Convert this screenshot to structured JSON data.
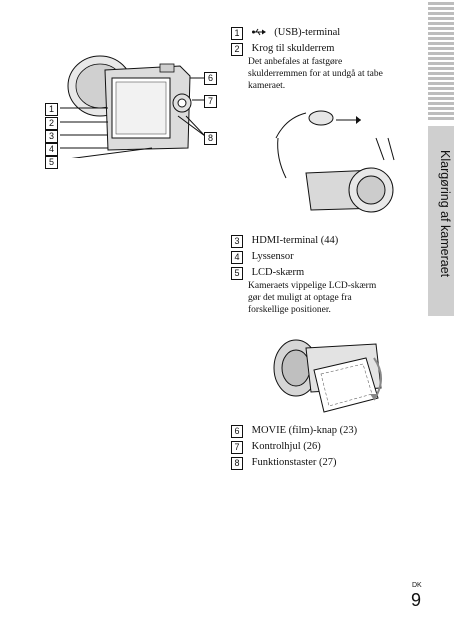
{
  "side_tab": {
    "label": "Klargøring af kameraet"
  },
  "callouts": [
    "1",
    "2",
    "3",
    "4",
    "5",
    "6",
    "7",
    "8"
  ],
  "items_a": [
    {
      "num": "1",
      "icon": "usb-icon",
      "label": "(USB)-terminal"
    },
    {
      "num": "2",
      "label": "Krog til skulderrem",
      "desc": [
        "Det anbefales at fastgøre",
        "skulderremmen for at undgå at tabe",
        "kameraet."
      ]
    }
  ],
  "items_b": [
    {
      "num": "3",
      "label": "HDMI-terminal (44)"
    },
    {
      "num": "4",
      "label": "Lyssensor"
    },
    {
      "num": "5",
      "label": "LCD-skærm",
      "desc": [
        "Kameraets vippelige LCD-skærm",
        "gør det muligt at optage fra",
        "forskellige positioner."
      ]
    }
  ],
  "items_c": [
    {
      "num": "6",
      "label": "MOVIE (film)-knap (23)"
    },
    {
      "num": "7",
      "label": "Kontrolhjul (26)"
    },
    {
      "num": "8",
      "label": "Funktionstaster (27)"
    }
  ],
  "page": {
    "lang": "DK",
    "number": "9"
  }
}
